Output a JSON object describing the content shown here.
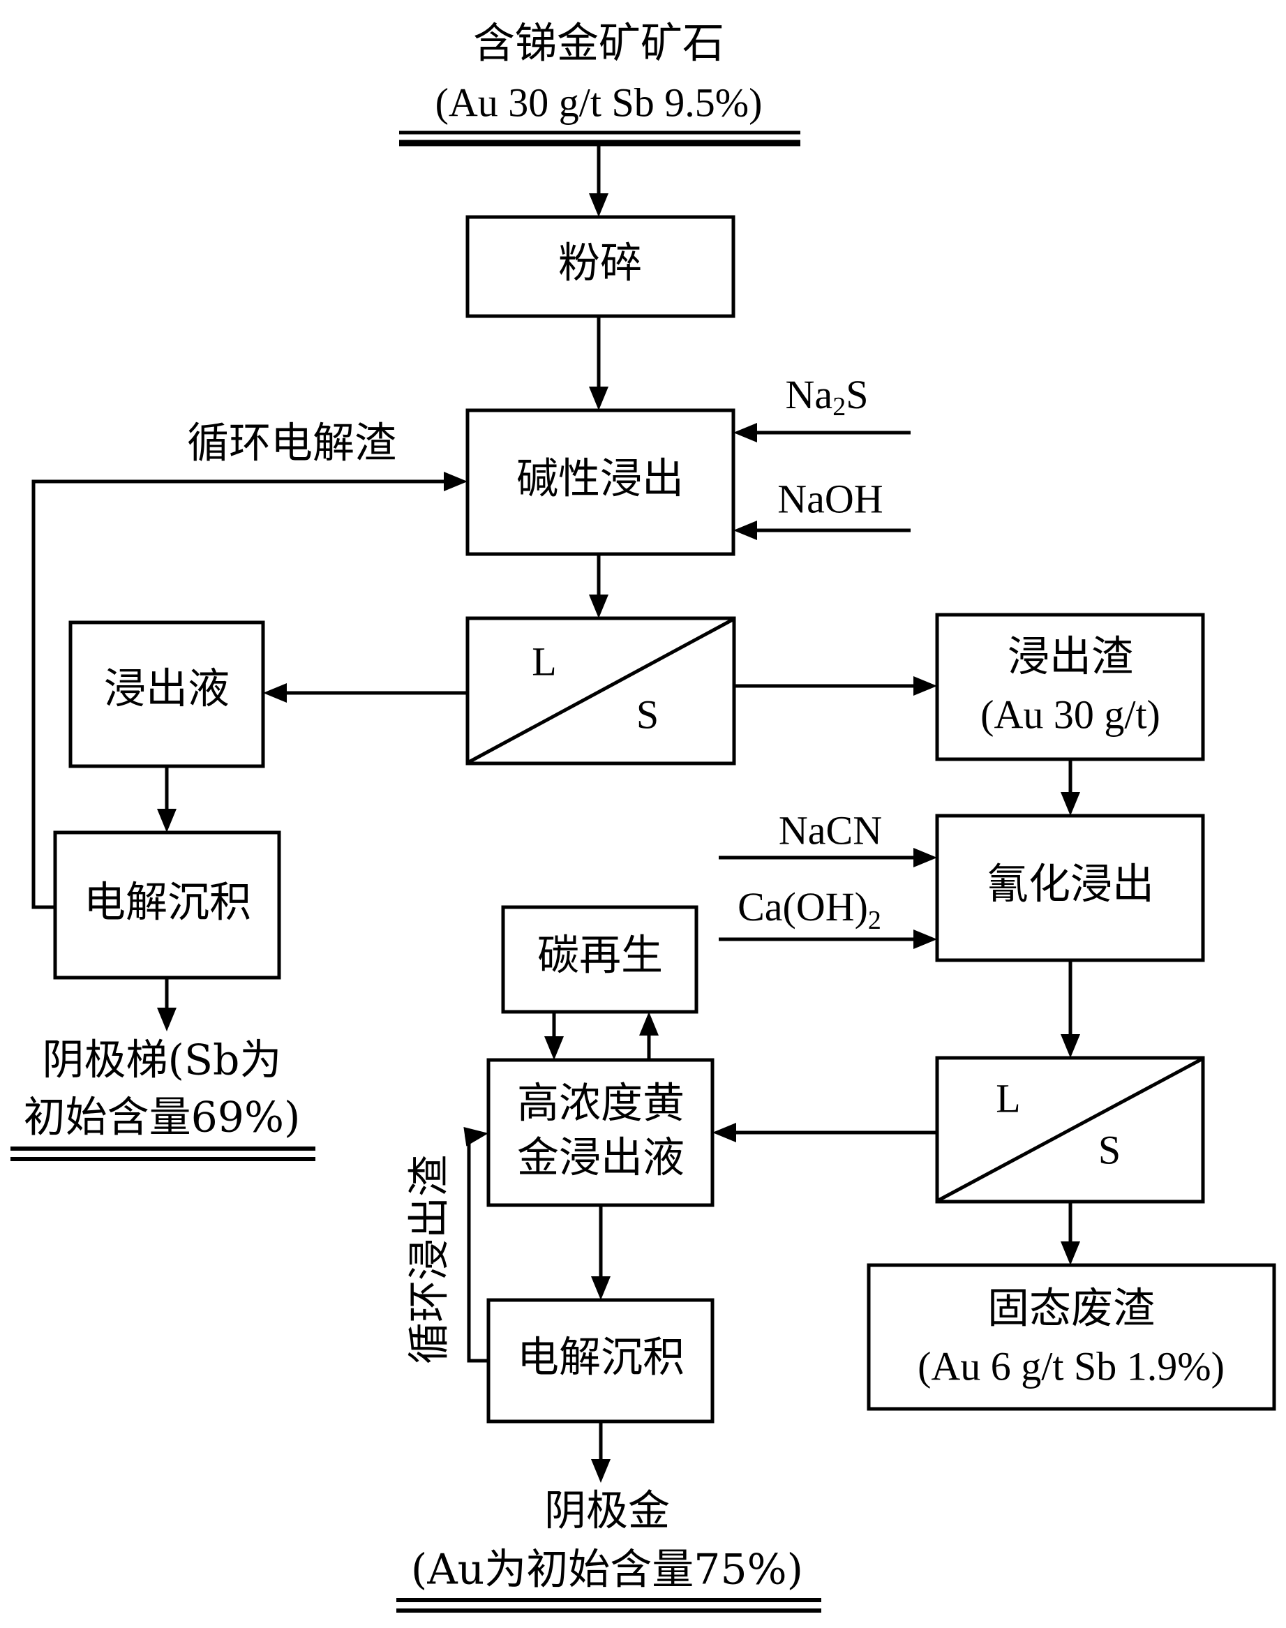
{
  "diagram": {
    "type": "process-flowchart",
    "colors": {
      "line": "#000000",
      "background": "#ffffff"
    },
    "feed": {
      "title": "含锑金矿矿石",
      "composition": "(Au 30 g/t  Sb 9.5%)"
    },
    "nodes": {
      "crush": "粉碎",
      "alkaline_leach": "碱性浸出",
      "separator1": {
        "liquid": "L",
        "solid": "S"
      },
      "leachate": "浸出液",
      "electrowin_sb": "电解沉积",
      "cathode_sb": {
        "line1": "阴极梯(Sb为",
        "line2": "初始含量69%)"
      },
      "leach_residue": {
        "title": "浸出渣",
        "composition": "(Au 30 g/t)"
      },
      "cyanide_leach": "氰化浸出",
      "separator2": {
        "liquid": "L",
        "solid": "S"
      },
      "solid_waste": {
        "title": "固态废渣",
        "composition": "(Au 6 g/t  Sb 1.9%)"
      },
      "carbon_regen": "碳再生",
      "gold_leachate": {
        "line1": "高浓度黄",
        "line2": "金浸出液"
      },
      "electrowin_au": "电解沉积",
      "cathode_au": {
        "title": "阴极金",
        "composition": "(Au为初始含量75%)"
      }
    },
    "reagents": {
      "na2s": {
        "base": "Na",
        "sub": "2",
        "tail": "S"
      },
      "naoh": "NaOH",
      "nacn": "NaCN",
      "caoh2": {
        "base": "Ca(OH)",
        "sub": "2"
      }
    },
    "recycle_labels": {
      "electrolysis_residue": "循环电解渣",
      "leach_residue": "循环浸出渣"
    }
  }
}
